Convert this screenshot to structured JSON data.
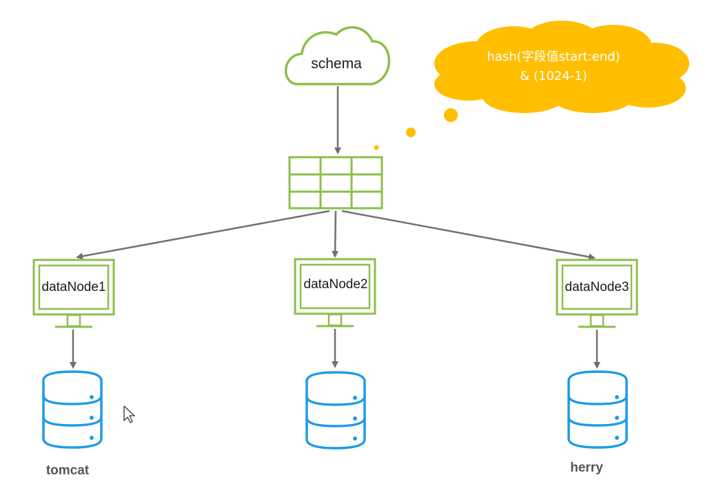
{
  "schema": {
    "label": "schema"
  },
  "formula": {
    "line1": "hash(字段值start:end)",
    "line2": "& (1024-1)"
  },
  "nodes": [
    {
      "label": "dataNode1"
    },
    {
      "label": "dataNode2"
    },
    {
      "label": "dataNode3"
    }
  ],
  "databases": [
    {
      "label": "tomcat"
    },
    {
      "label": ""
    },
    {
      "label": "herry"
    }
  ],
  "colors": {
    "cloud_stroke": "#8cbf4b",
    "table_stroke": "#8cbf4b",
    "monitor_stroke": "#8cbf4b",
    "thought_fill": "#ffbf00",
    "arrow": "#707070",
    "database": "#1e9be6"
  }
}
